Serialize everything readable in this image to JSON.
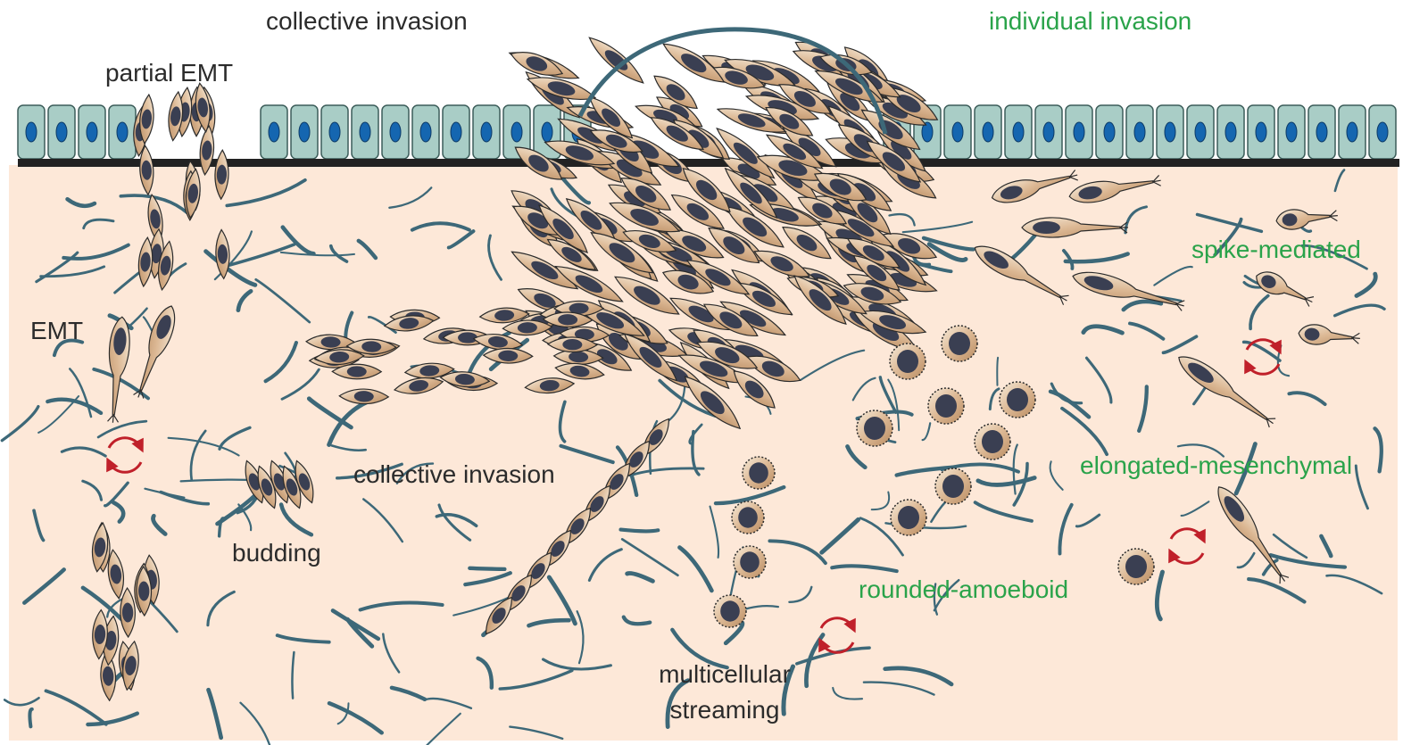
{
  "labels": {
    "collective_top": "collective invasion",
    "individual_top": "individual invasion",
    "partial_emt": "partial EMT",
    "emt": "EMT",
    "budding": "budding",
    "collective_mid": "collective invasion",
    "multicellular_1": "multicellular",
    "multicellular_2": "streaming",
    "rounded": "rounded-amoeboid",
    "elongated": "elongated-mesenchymal",
    "spike": "spike-mediated"
  },
  "colors": {
    "stroma": "#fde8d8",
    "epithelium": "#a9cdc6",
    "nucleus_epithelial": "#1566b0",
    "basement_membrane": "#222222",
    "fiber": "#3d6878",
    "cell_body": "#dcb894",
    "cell_nucleus": "#3a3f52",
    "arrow": "#c0202a",
    "green_text": "#2aa34a"
  }
}
